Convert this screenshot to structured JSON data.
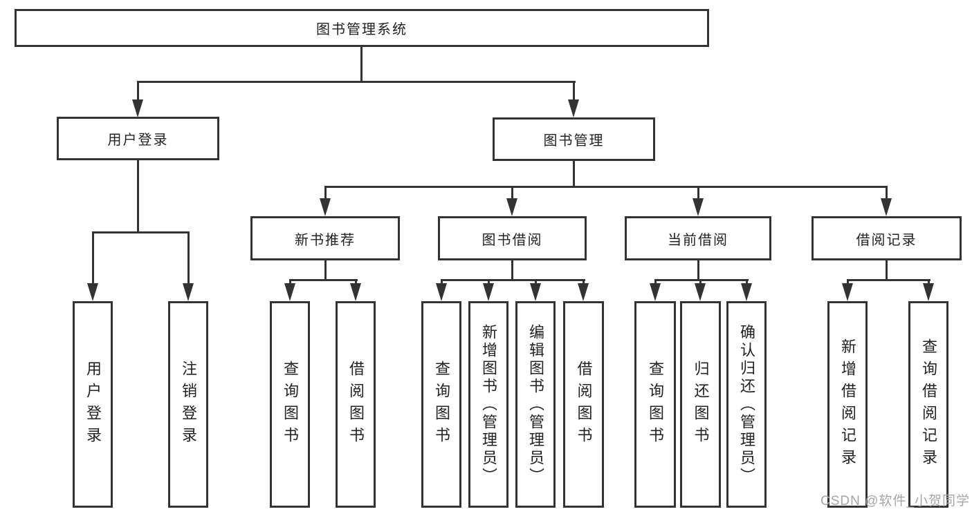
{
  "tree": {
    "label": "图书管理系统",
    "children": [
      {
        "label": "用户登录",
        "children": [
          {
            "label": "用户登录"
          },
          {
            "label": "注销登录"
          }
        ]
      },
      {
        "label": "图书管理",
        "children": [
          {
            "label": "新书推荐",
            "children": [
              {
                "label": "查询图书"
              },
              {
                "label": "借阅图书"
              }
            ]
          },
          {
            "label": "图书借阅",
            "children": [
              {
                "label": "查询图书"
              },
              {
                "label": "新增图书（管理员）"
              },
              {
                "label": "编辑图书（管理员）"
              },
              {
                "label": "借阅图书"
              }
            ]
          },
          {
            "label": "当前借阅",
            "children": [
              {
                "label": "查询图书"
              },
              {
                "label": "归还图书"
              },
              {
                "label": "确认归还（管理员）"
              }
            ]
          },
          {
            "label": "借阅记录",
            "children": [
              {
                "label": "新增借阅记录"
              },
              {
                "label": "查询借阅记录"
              }
            ]
          }
        ]
      }
    ]
  },
  "watermark": {
    "text": "CSDN @软件_小贺同学"
  },
  "colors": {
    "line": "#333333",
    "box_background": "#ffffff",
    "label_text": "#222222",
    "watermark_text": "#a6a6a6"
  }
}
